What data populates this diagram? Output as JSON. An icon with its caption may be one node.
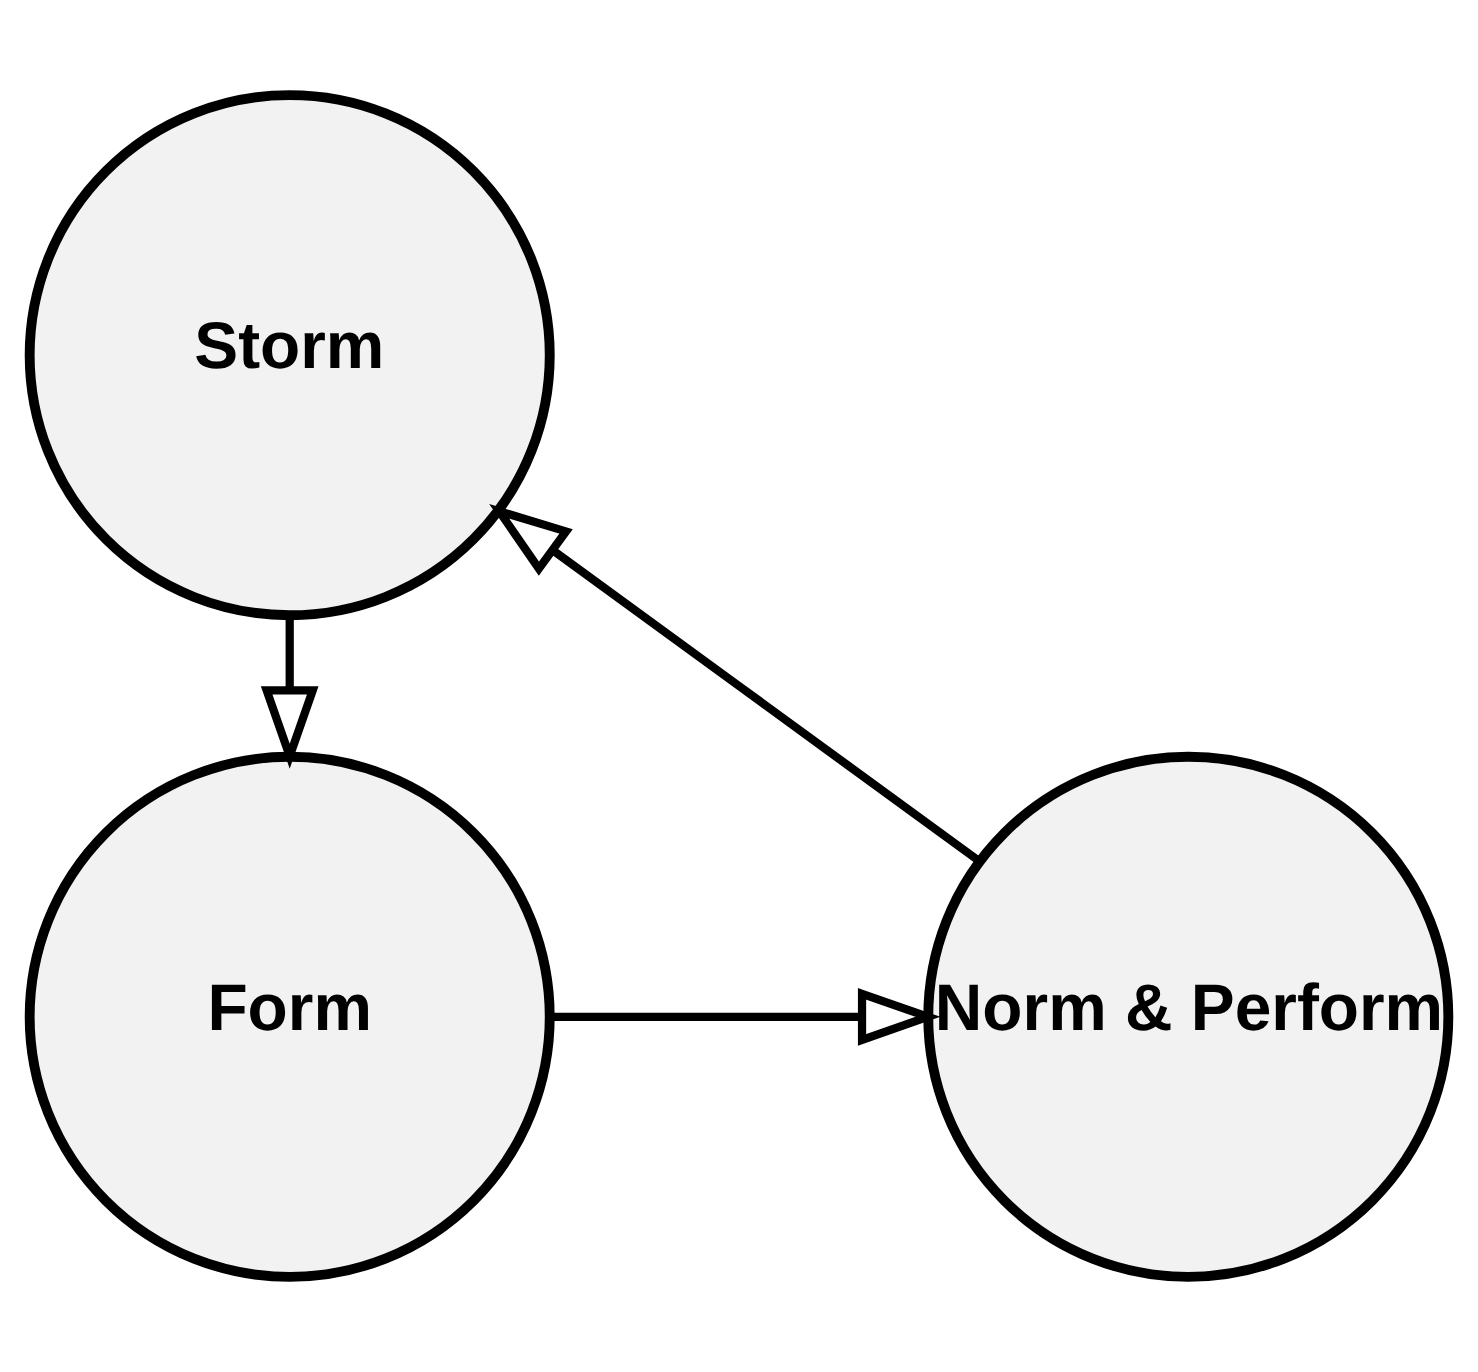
{
  "diagram": {
    "nodes": [
      {
        "text": [
          "Storm"
        ]
      },
      {
        "text": [
          "Form"
        ]
      },
      {
        "text": [
          "Norm & Perform"
        ]
      }
    ],
    "edges": [
      {
        "from": 0,
        "to": 1,
        "arrow": "to"
      },
      {
        "from": 1,
        "to": 2,
        "arrow": "to"
      },
      {
        "from": 2,
        "to": 0,
        "arrow": "to"
      }
    ]
  }
}
